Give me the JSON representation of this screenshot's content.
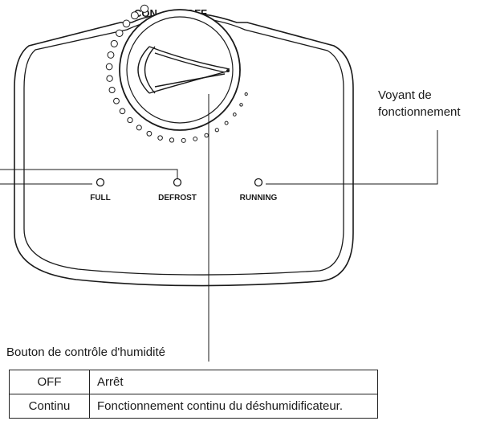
{
  "dial": {
    "label_left": "CON",
    "label_right": "OFF"
  },
  "indicators": [
    {
      "label": "FULL"
    },
    {
      "label": "DEFROST"
    },
    {
      "label": "RUNNING"
    }
  ],
  "callouts": {
    "running_line1": "Voyant de",
    "running_line2": "fonctionnement",
    "humidity_control": "Bouton de contrôle d'humidité"
  },
  "table": {
    "rows": [
      {
        "setting": "OFF",
        "description": "Arrêt"
      },
      {
        "setting": "Continu",
        "description": "Fonctionnement continu du déshumidificateur."
      }
    ]
  },
  "colors": {
    "stroke": "#1a1a1a",
    "background": "#ffffff"
  }
}
